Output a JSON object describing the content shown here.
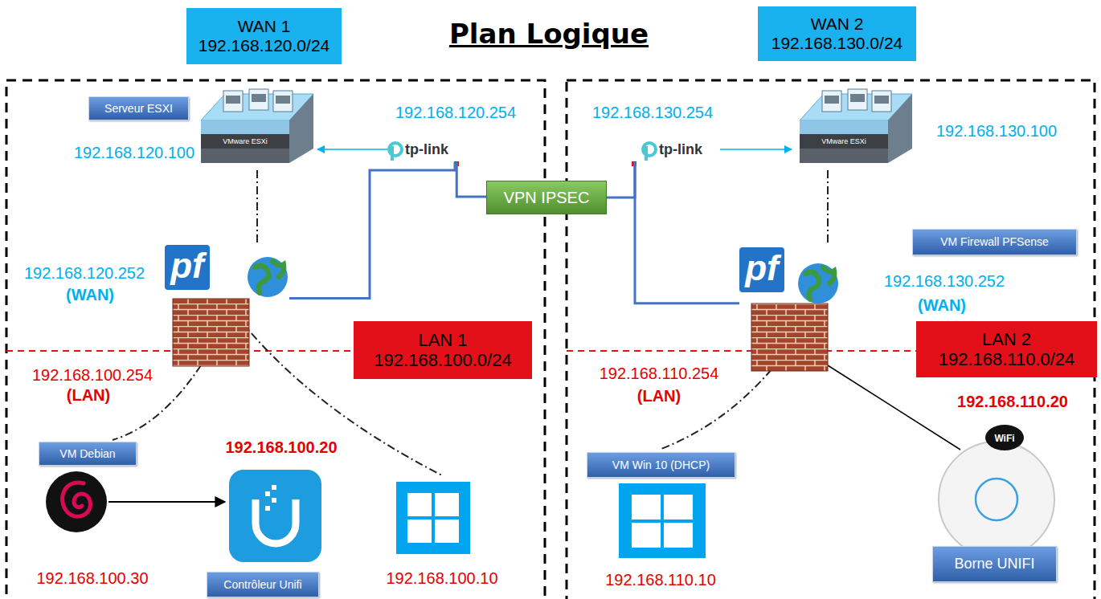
{
  "diagram": {
    "title": "Plan Logique",
    "nodes": [
      {
        "text": [
          "WAN 1",
          "192.168.120.0/24"
        ]
      },
      {
        "text": [
          "WAN 2",
          "192.168.130.0/24"
        ]
      },
      {
        "text": [
          "Serveur ESXI"
        ]
      },
      {
        "text": [
          "VMware ESXi"
        ]
      },
      {
        "text": [
          "tp-link"
        ]
      },
      {
        "text": [
          "tp-link"
        ]
      },
      {
        "text": [
          "VMware ESXi"
        ]
      },
      {
        "text": [
          "VPN IPSEC"
        ]
      },
      {
        "text": [
          "VM Firewall PFSense"
        ]
      },
      {
        "text": [
          "pf"
        ]
      },
      {
        "text": [
          "pf"
        ]
      },
      {
        "text": [
          "LAN 1",
          "192.168.100.0/24"
        ]
      },
      {
        "text": [
          "LAN 2",
          "192.168.110.0/24"
        ]
      },
      {
        "text": [
          "VM Debian"
        ]
      },
      {
        "text": [
          "Contrôleur Unifi"
        ]
      },
      {
        "text": [
          "VM Win 10 (DHCP)"
        ]
      },
      {
        "text": [
          "Borne UNIFI"
        ]
      }
    ],
    "edges": [
      {
        "from": 4,
        "to": 3,
        "arrow": "to"
      },
      {
        "from": 5,
        "to": 6,
        "arrow": "to"
      },
      {
        "from": 9,
        "to": 4,
        "arrow": "none"
      },
      {
        "from": 4,
        "to": 7,
        "arrow": "none"
      },
      {
        "from": 7,
        "to": 5,
        "arrow": "none"
      },
      {
        "from": 10,
        "to": 5,
        "arrow": "none"
      }
    ],
    "labels": [
      "192.168.120.100",
      "192.168.120.254",
      "192.168.130.254",
      "192.168.130.100",
      "192.168.120.252",
      "(WAN)",
      "192.168.130.252",
      "(WAN)",
      "192.168.100.254",
      "(LAN)",
      "192.168.110.254",
      "(LAN)",
      "192.168.100.20",
      "192.168.110.20",
      "192.168.100.30",
      "192.168.100.10",
      "192.168.110.10",
      "WiFi"
    ]
  }
}
